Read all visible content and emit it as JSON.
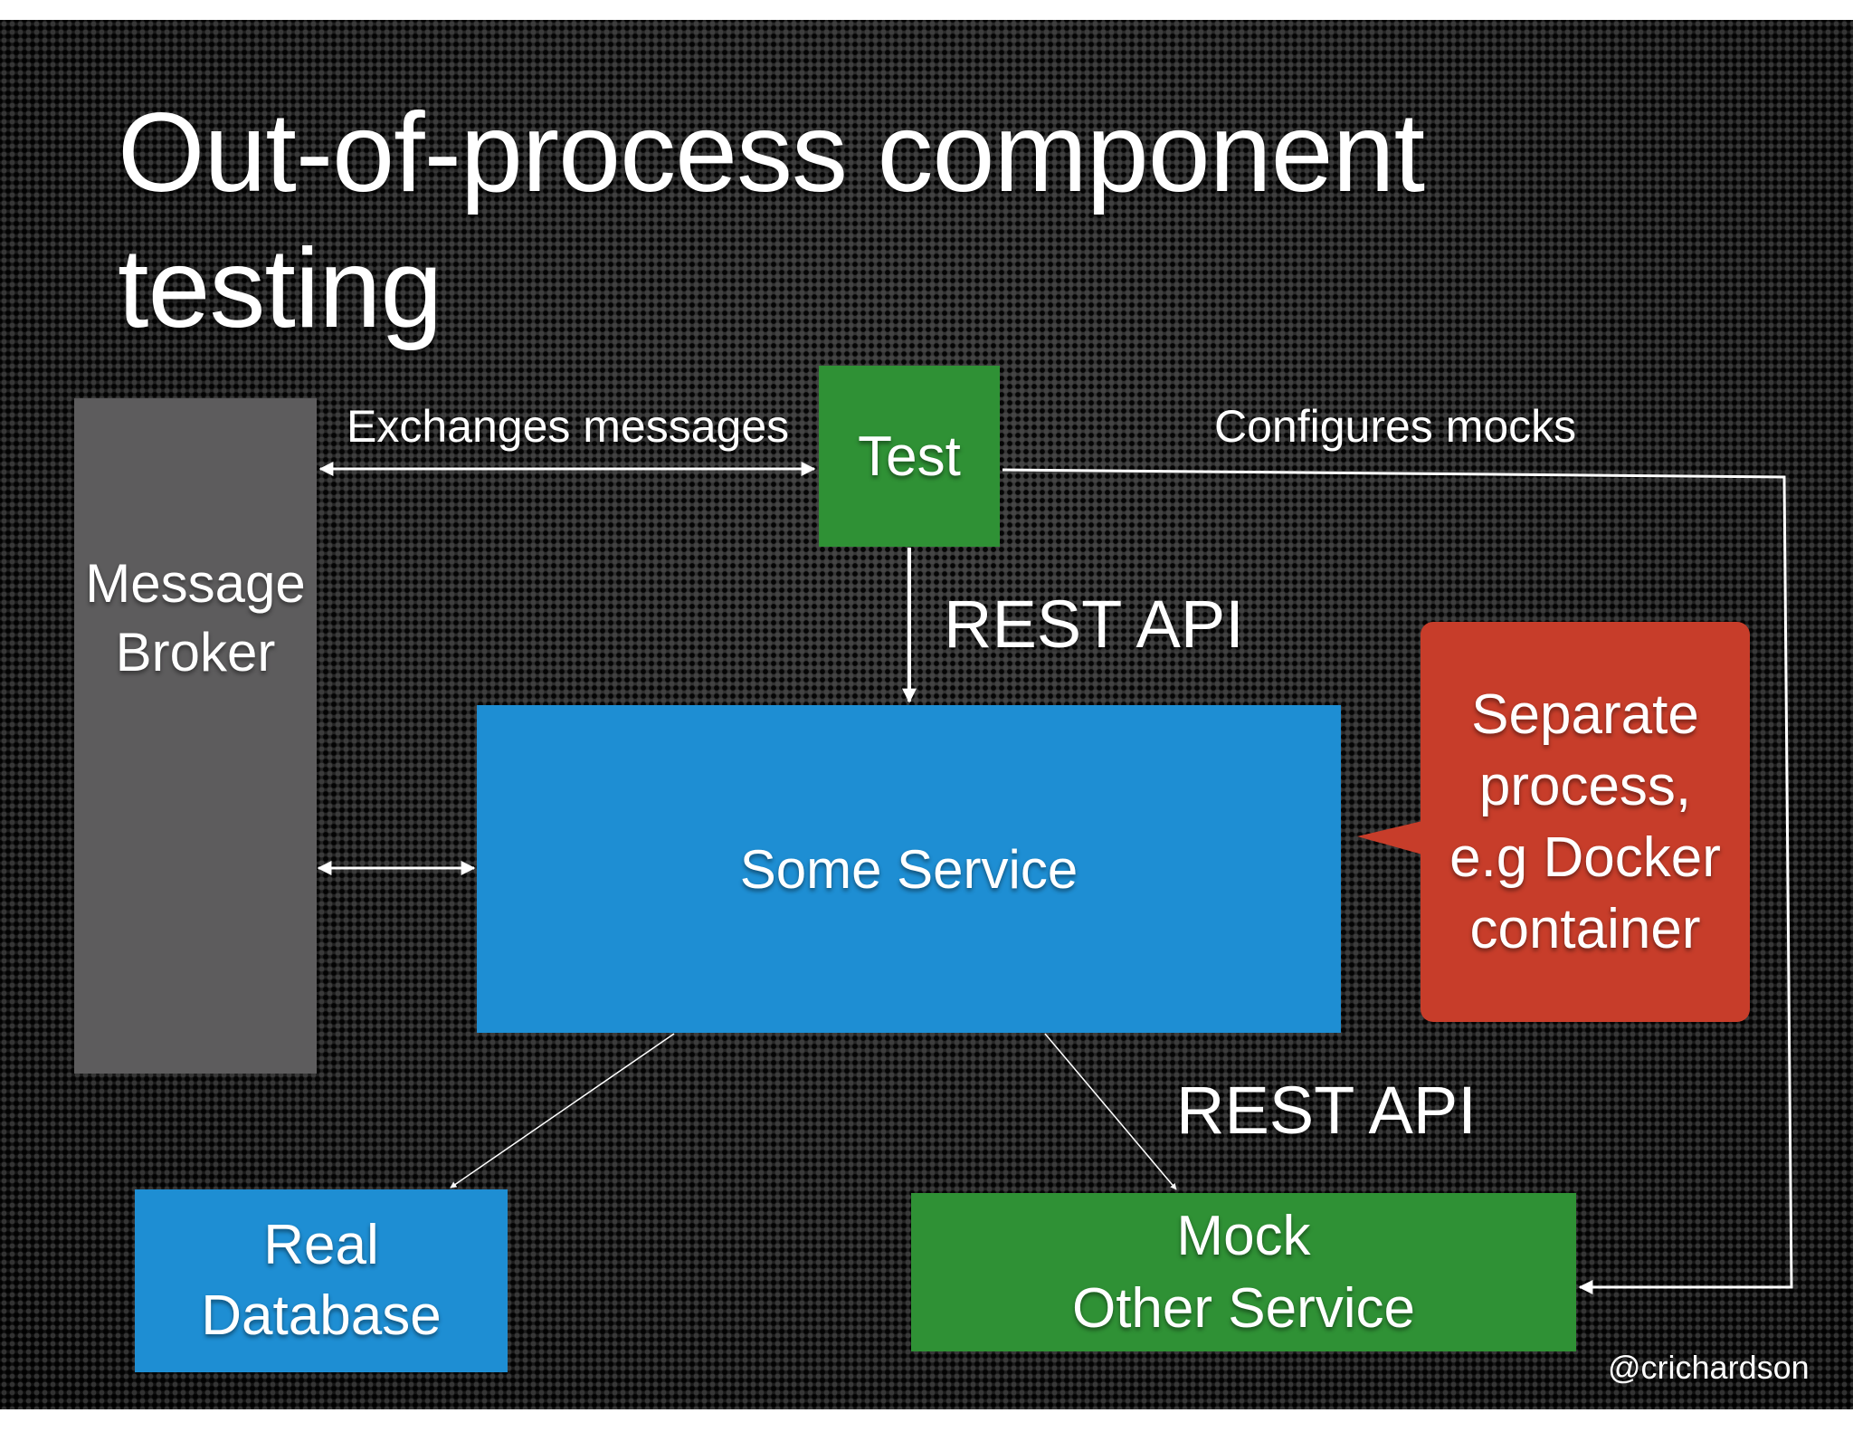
{
  "slide": {
    "title_line1": "Out-of-process component",
    "title_line2": "testing",
    "footer": "@crichardson"
  },
  "nodes": {
    "message_broker": {
      "line1": "Message",
      "line2": "Broker",
      "color": "#5d5c5d"
    },
    "test": {
      "label": "Test",
      "color": "#2f9135"
    },
    "some_service": {
      "label": "Some Service",
      "color": "#1e8ed3"
    },
    "real_database": {
      "line1": "Real",
      "line2": "Database",
      "color": "#1e8ed3"
    },
    "mock_other_service": {
      "line1": "Mock",
      "line2": "Other Service",
      "color": "#2f9135"
    }
  },
  "callout": {
    "line1": "Separate",
    "line2": "process,",
    "line3": "e.g Docker",
    "line4": "container",
    "color": "#c73d2a"
  },
  "edges": {
    "exchanges_messages": "Exchanges messages",
    "configures_mocks": "Configures mocks",
    "rest_api_test_service": "REST API",
    "rest_api_service_mock": "REST API"
  }
}
